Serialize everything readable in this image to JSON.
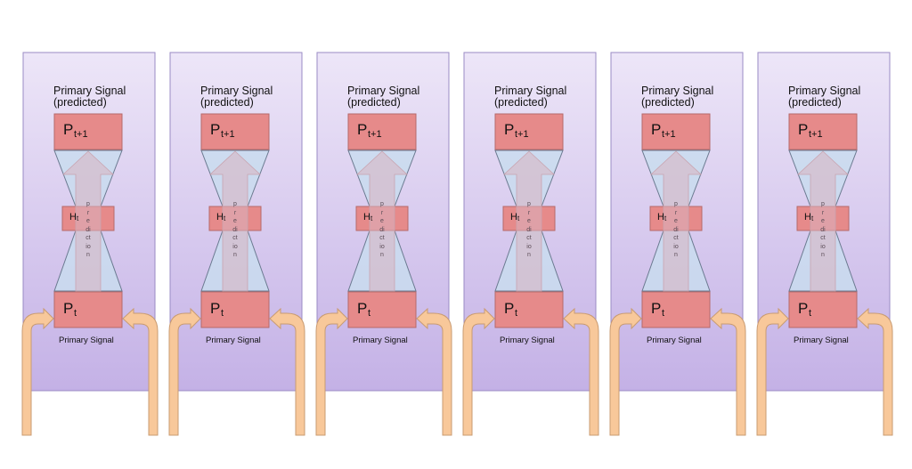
{
  "panels": [
    {
      "title_line1": "Primary Signal",
      "title_line2": "(predicted)",
      "top_box_main": "P",
      "top_box_sub": "t+1",
      "hidden_main": "H",
      "hidden_sub": "t",
      "arrow_text": [
        "p",
        "r",
        "e",
        "di",
        "ct",
        "io",
        "n"
      ],
      "bottom_box_main": "P",
      "bottom_box_sub": "t",
      "bottom_label": "Primary Signal"
    },
    {
      "title_line1": "Primary Signal",
      "title_line2": "(predicted)",
      "top_box_main": "P",
      "top_box_sub": "t+1",
      "hidden_main": "H",
      "hidden_sub": "t",
      "arrow_text": [
        "p",
        "r",
        "e",
        "di",
        "ct",
        "io",
        "n"
      ],
      "bottom_box_main": "P",
      "bottom_box_sub": "t",
      "bottom_label": "Primary Signal"
    },
    {
      "title_line1": "Primary Signal",
      "title_line2": "(predicted)",
      "top_box_main": "P",
      "top_box_sub": "t+1",
      "hidden_main": "H",
      "hidden_sub": "t",
      "arrow_text": [
        "p",
        "r",
        "e",
        "di",
        "ct",
        "io",
        "n"
      ],
      "bottom_box_main": "P",
      "bottom_box_sub": "t",
      "bottom_label": "Primary Signal"
    },
    {
      "title_line1": "Primary Signal",
      "title_line2": "(predicted)",
      "top_box_main": "P",
      "top_box_sub": "t+1",
      "hidden_main": "H",
      "hidden_sub": "t",
      "arrow_text": [
        "p",
        "r",
        "e",
        "di",
        "ct",
        "io",
        "n"
      ],
      "bottom_box_main": "P",
      "bottom_box_sub": "t",
      "bottom_label": "Primary Signal"
    },
    {
      "title_line1": "Primary Signal",
      "title_line2": "(predicted)",
      "top_box_main": "P",
      "top_box_sub": "t+1",
      "hidden_main": "H",
      "hidden_sub": "t",
      "arrow_text": [
        "p",
        "r",
        "e",
        "di",
        "ct",
        "io",
        "n"
      ],
      "bottom_box_main": "P",
      "bottom_box_sub": "t",
      "bottom_label": "Primary Signal"
    },
    {
      "title_line1": "Primary Signal",
      "title_line2": "(predicted)",
      "top_box_main": "P",
      "top_box_sub": "t+1",
      "hidden_main": "H",
      "hidden_sub": "t",
      "arrow_text": [
        "p",
        "r",
        "e",
        "di",
        "ct",
        "io",
        "n"
      ],
      "bottom_box_main": "P",
      "bottom_box_sub": "t",
      "bottom_label": "Primary Signal"
    }
  ],
  "colors": {
    "panel_top": "#ede6f8",
    "panel_bottom": "#c4b1e6",
    "panel_border": "#9a8bc4",
    "box_fill": "#e68a8a",
    "box_border": "#b56a6a",
    "funnel_fill": "#c9dcef",
    "funnel_border": "#6b7a90",
    "arrow_fill": "#d9b3bf",
    "pipe_fill": "#f8c89a",
    "pipe_border": "#c99b72"
  }
}
